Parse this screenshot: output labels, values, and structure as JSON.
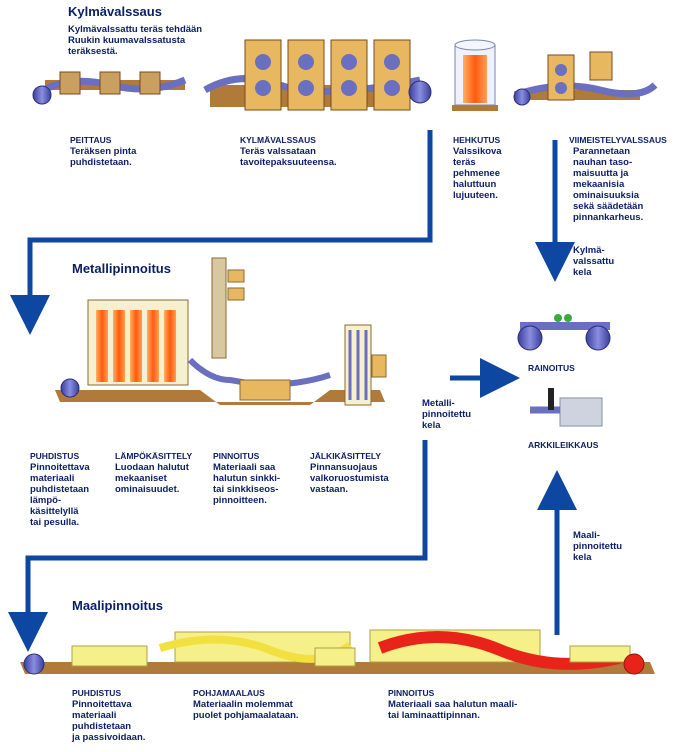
{
  "sections": {
    "cold_rolling": {
      "title": "Kylmävalssaus",
      "intro": "Kylmävalssattu teräs tehdään\nRuukin kuumavalssatusta\nteräksestä.",
      "steps": [
        {
          "label": "PEITTAUS",
          "text": "Teräksen pinta\npuhdistetaan."
        },
        {
          "label": "KYLMÄVALSSAUS",
          "text": "Teräs valssataan\ntavoitepaksuuteensa."
        },
        {
          "label": "HEHKUTUS",
          "text": "Valssikova\nteräs\npehmenee\nhaluttuun\nlujuuteen."
        },
        {
          "label": "VIIMEISTELYVALSSAUS",
          "text": "Parannetaan\nnauhan taso-\nmaisuutta ja\nmekaanisia\nominaisuuksia\nsekä säädetään\npinnankarheus."
        }
      ],
      "output_label": "Kylmä-\nvalssattu\nkela"
    },
    "metal_coating": {
      "title": "Metallipinnoitus",
      "steps": [
        {
          "label": "PUHDISTUS",
          "text": "Pinnoitettava\nmateriaali\npuhdistetaan\nlämpö-\nkäsittelyllä\ntai pesulla."
        },
        {
          "label": "LÄMPÖKÄSITTELY",
          "text": "Luodaan halutut\nmekaaniset\nominaisuudet."
        },
        {
          "label": "PINNOITUS",
          "text": "Materiaali saa\nhalutun sinkki-\ntai sinkkiseos-\npinnoitteen."
        },
        {
          "label": "JÄLKIKÄSITTELY",
          "text": "Pinnansuojaus\nvalkoruostumista\nvastaan."
        }
      ],
      "output_label": "Metalli-\npinnoitettu\nkela"
    },
    "finishing": {
      "slitting": "RAINOITUS",
      "sheeting": "ARKKILEIKKAUS"
    },
    "paint_coating": {
      "title": "Maalipinnoitus",
      "steps": [
        {
          "label": "PUHDISTUS",
          "text": "Pinnoitettava\nmateriaali\npuhdistetaan\nja passivoidaan."
        },
        {
          "label": "POHJAMAALAUS",
          "text": "Materiaalin molemmat\npuolet pohjamaalataan."
        },
        {
          "label": "PINNOITUS",
          "text": "Materiaali saa halutun maali-\ntai laminaattipinnan."
        }
      ],
      "output_label": "Maali-\npinnoitettu\nkela"
    }
  },
  "colors": {
    "navy": "#0a1e66",
    "arrow_blue": "#0d47a1",
    "wood": "#b07a3a",
    "strip": "#6a6fc0",
    "roller_yellow": "#f2c94c",
    "furnace": "#ff6a1a",
    "paint_red": "#e8241a",
    "paint_yellow": "#f5f08a"
  }
}
